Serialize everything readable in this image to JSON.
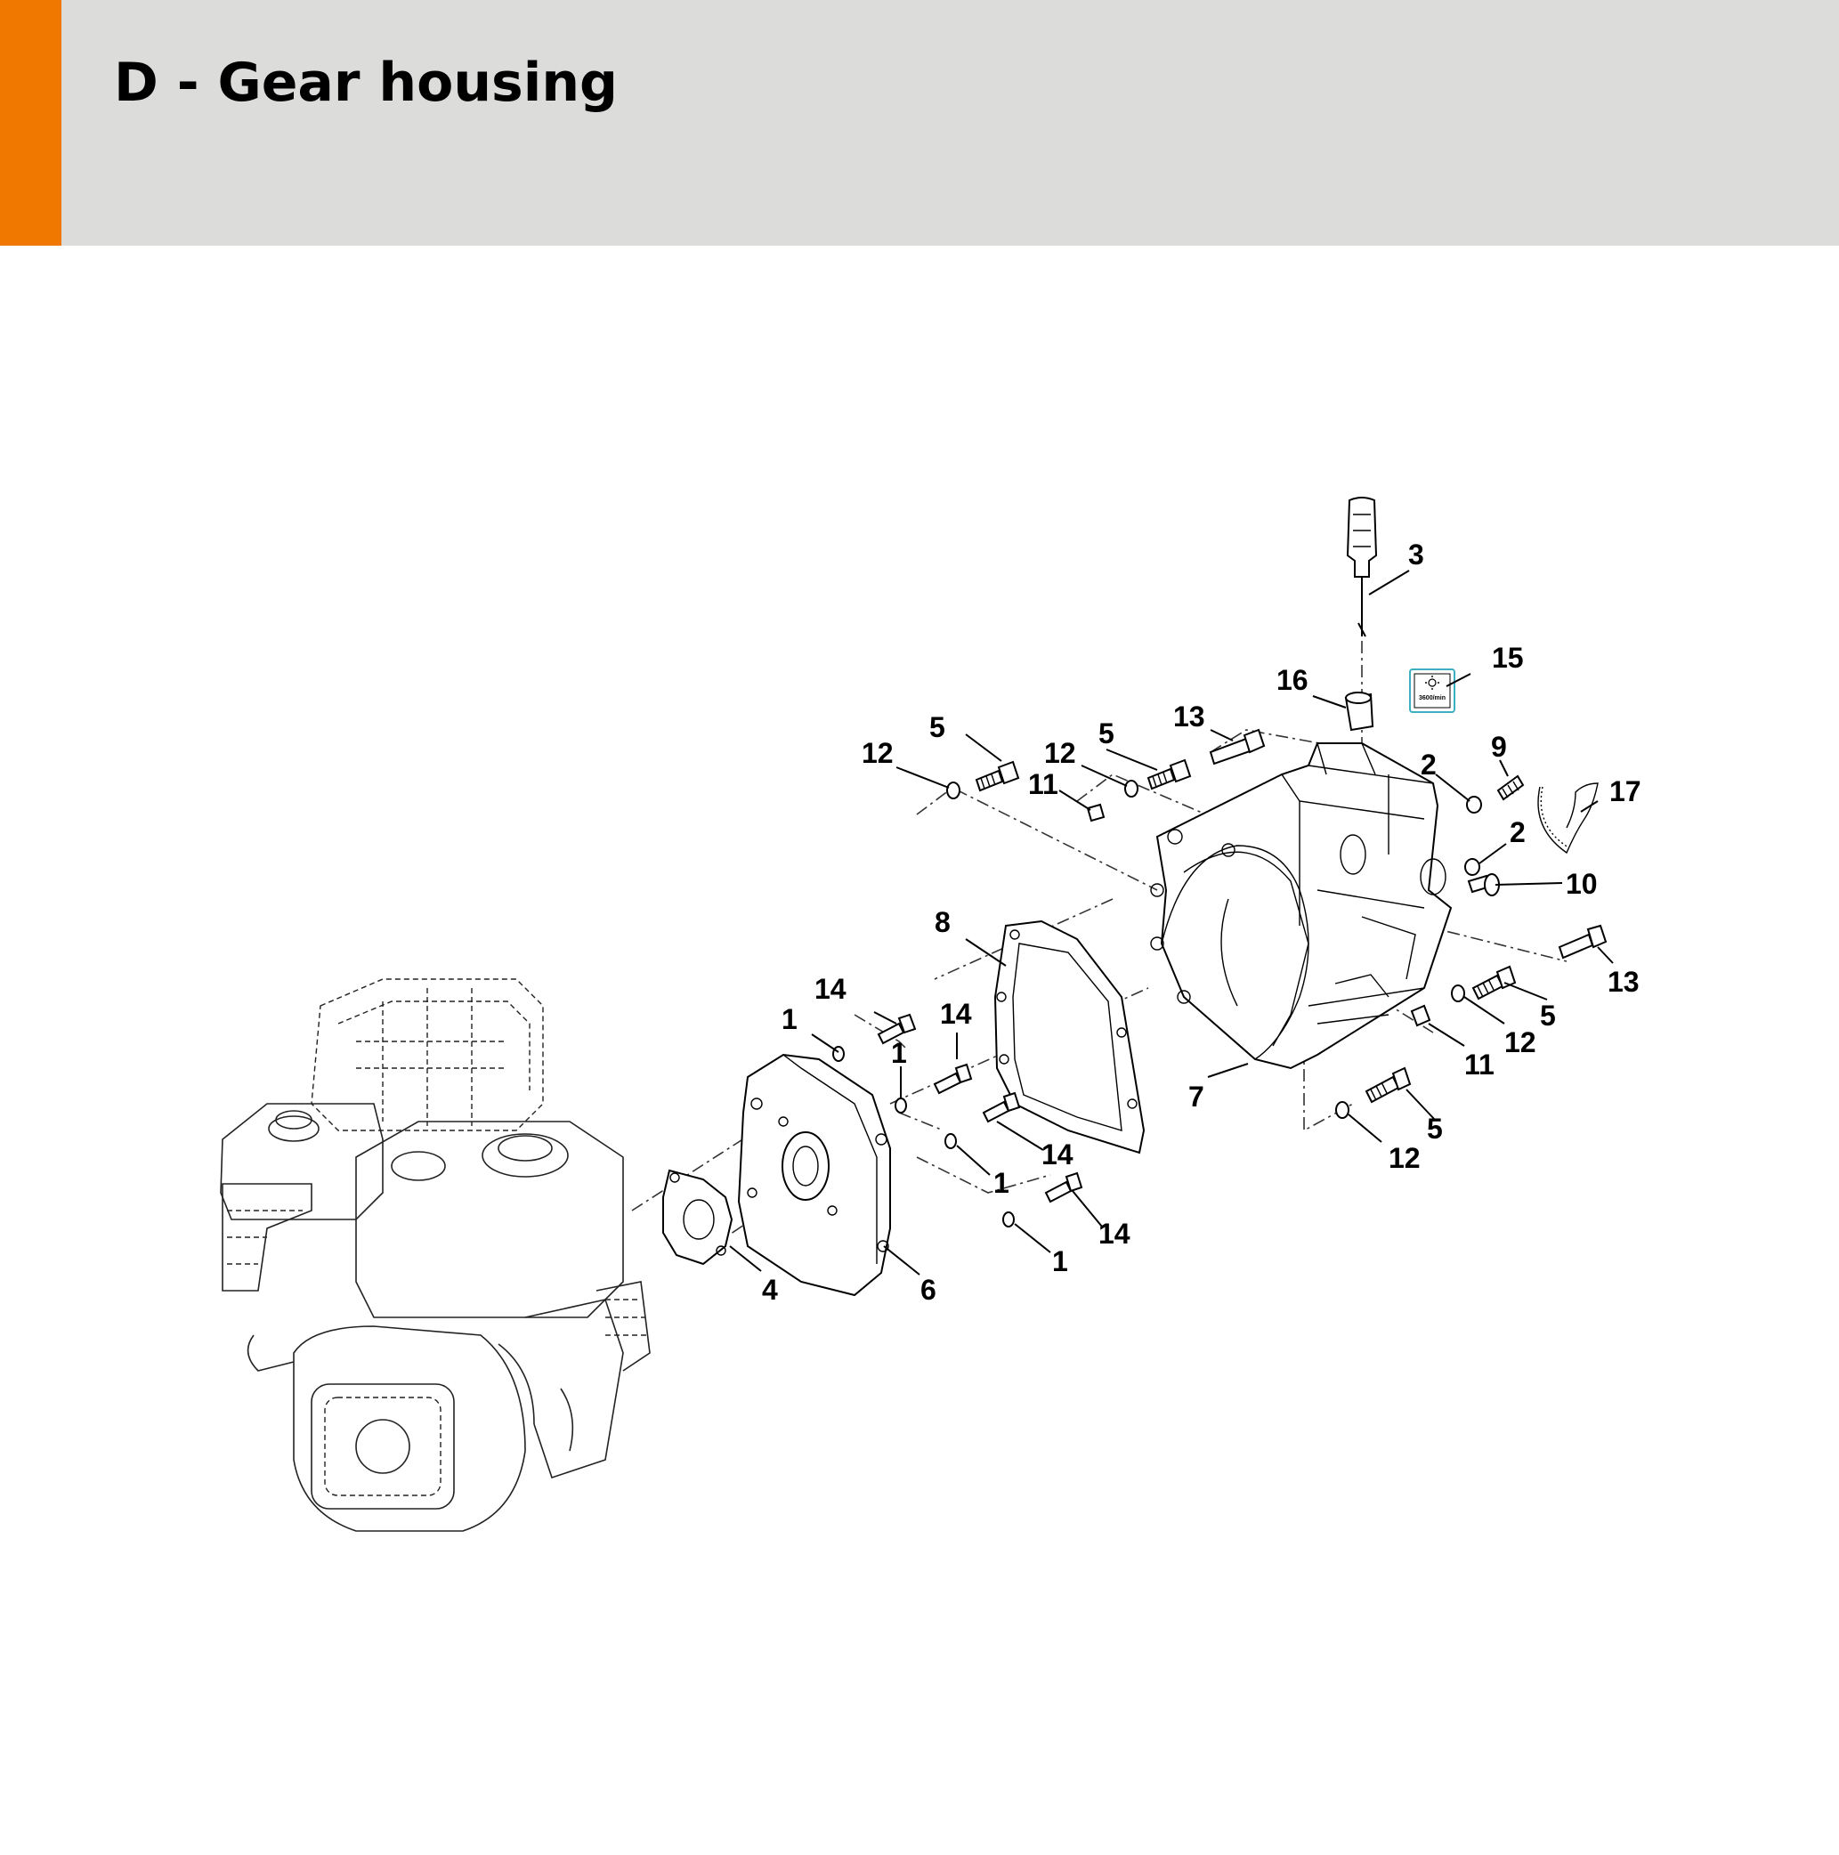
{
  "page": {
    "title": "D - Gear housing"
  },
  "colors": {
    "accent": "#f07800",
    "header_bg": "#dcdcdb",
    "label_frame": "#3ab0c0"
  },
  "callouts": {
    "c3": "3",
    "c15": "15",
    "c16": "16",
    "c13a": "13",
    "c5a": "5",
    "c12a": "12",
    "c12b": "12",
    "c5b": "5",
    "c11a": "11",
    "c2a": "2",
    "c9": "9",
    "c17": "17",
    "c2b": "2",
    "c10": "10",
    "c13b": "13",
    "c8": "8",
    "c5c": "5",
    "c12c": "12",
    "c11b": "11",
    "c7": "7",
    "c5d": "5",
    "c12d": "12",
    "c14a": "14",
    "c1a": "1",
    "c14b": "14",
    "c1b": "1",
    "c14c": "14",
    "c1c": "1",
    "c14d": "14",
    "c1d": "1",
    "c4": "4",
    "c6": "6"
  },
  "label_decal": {
    "text": "3600/min"
  }
}
